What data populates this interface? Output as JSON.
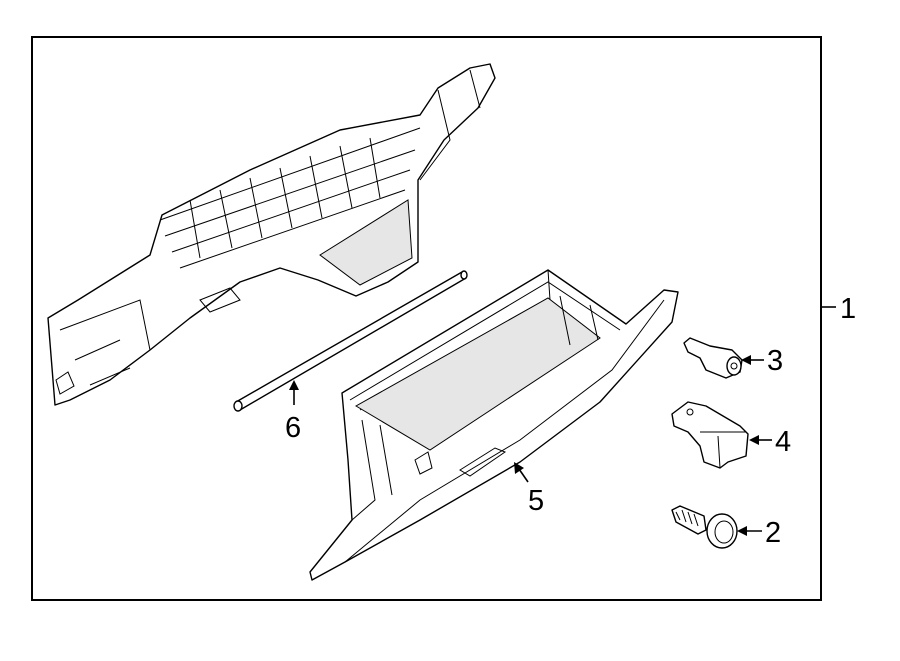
{
  "callouts": {
    "assembly": "1",
    "screw": "2",
    "damper": "3",
    "latch": "4",
    "glove_box_door": "5",
    "rod": "6"
  }
}
